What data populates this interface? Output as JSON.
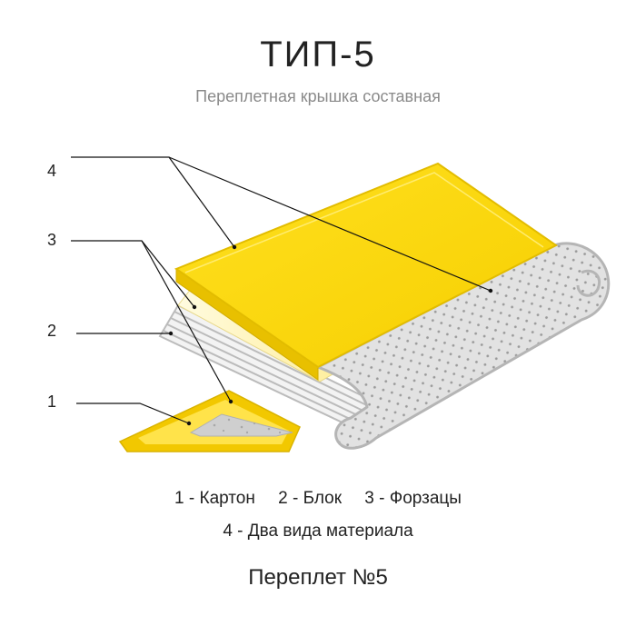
{
  "header": {
    "title": "ТИП-5",
    "subtitle": "Переплетная крышка составная"
  },
  "callouts": [
    {
      "number": "4"
    },
    {
      "number": "3"
    },
    {
      "number": "2"
    },
    {
      "number": "1"
    }
  ],
  "legend": {
    "items": [
      "1 - Картон",
      "2 - Блок",
      "3 - Форзацы",
      "4 - Два вида материала"
    ]
  },
  "footer": {
    "caption": "Переплет №5"
  },
  "colors": {
    "cover_yellow": "#FFD700",
    "cover_yellow_dark": "#E8C000",
    "endpaper": "#FFF3B0",
    "spine_gray": "#E2E2E2",
    "outline_gray": "#B5B5B5",
    "dots": "#9A9A9A"
  }
}
